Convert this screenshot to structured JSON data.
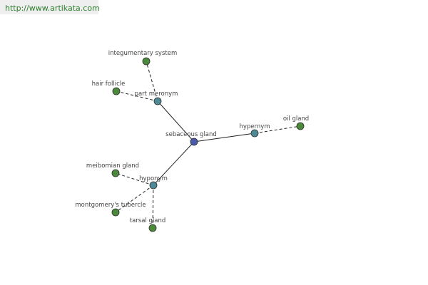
{
  "header": {
    "link": "http://www.artikata.com"
  },
  "diagram": {
    "colors": {
      "center": "#4a5aa8",
      "relation": "#4e8a96",
      "leaf": "#4a8a3a",
      "node_stroke": "#2d2d2d",
      "edge": "#222222"
    },
    "nodes": [
      {
        "id": "sebaceous",
        "label": "sebaceous gland",
        "kind": "center"
      },
      {
        "id": "part_meronym",
        "label": "part meronym",
        "kind": "relation"
      },
      {
        "id": "hypernym",
        "label": "hypernym",
        "kind": "relation"
      },
      {
        "id": "hyponym",
        "label": "hyponym",
        "kind": "relation"
      },
      {
        "id": "integumentary",
        "label": "integumentary system",
        "kind": "leaf"
      },
      {
        "id": "hair_follicle",
        "label": "hair follicle",
        "kind": "leaf"
      },
      {
        "id": "oil_gland",
        "label": "oil gland",
        "kind": "leaf"
      },
      {
        "id": "meibomian",
        "label": "meibomian gland",
        "kind": "leaf"
      },
      {
        "id": "montgomery",
        "label": "montgomery's tubercle",
        "kind": "leaf"
      },
      {
        "id": "tarsal",
        "label": "tarsal gland",
        "kind": "leaf"
      }
    ],
    "edges": [
      {
        "from": "sebaceous",
        "to": "part_meronym",
        "style": "solid"
      },
      {
        "from": "sebaceous",
        "to": "hypernym",
        "style": "solid"
      },
      {
        "from": "sebaceous",
        "to": "hyponym",
        "style": "solid"
      },
      {
        "from": "part_meronym",
        "to": "integumentary",
        "style": "dashed"
      },
      {
        "from": "part_meronym",
        "to": "hair_follicle",
        "style": "dashed"
      },
      {
        "from": "hypernym",
        "to": "oil_gland",
        "style": "dashed"
      },
      {
        "from": "hyponym",
        "to": "meibomian",
        "style": "dashed"
      },
      {
        "from": "hyponym",
        "to": "montgomery",
        "style": "dashed"
      },
      {
        "from": "hyponym",
        "to": "tarsal",
        "style": "dashed"
      }
    ]
  }
}
